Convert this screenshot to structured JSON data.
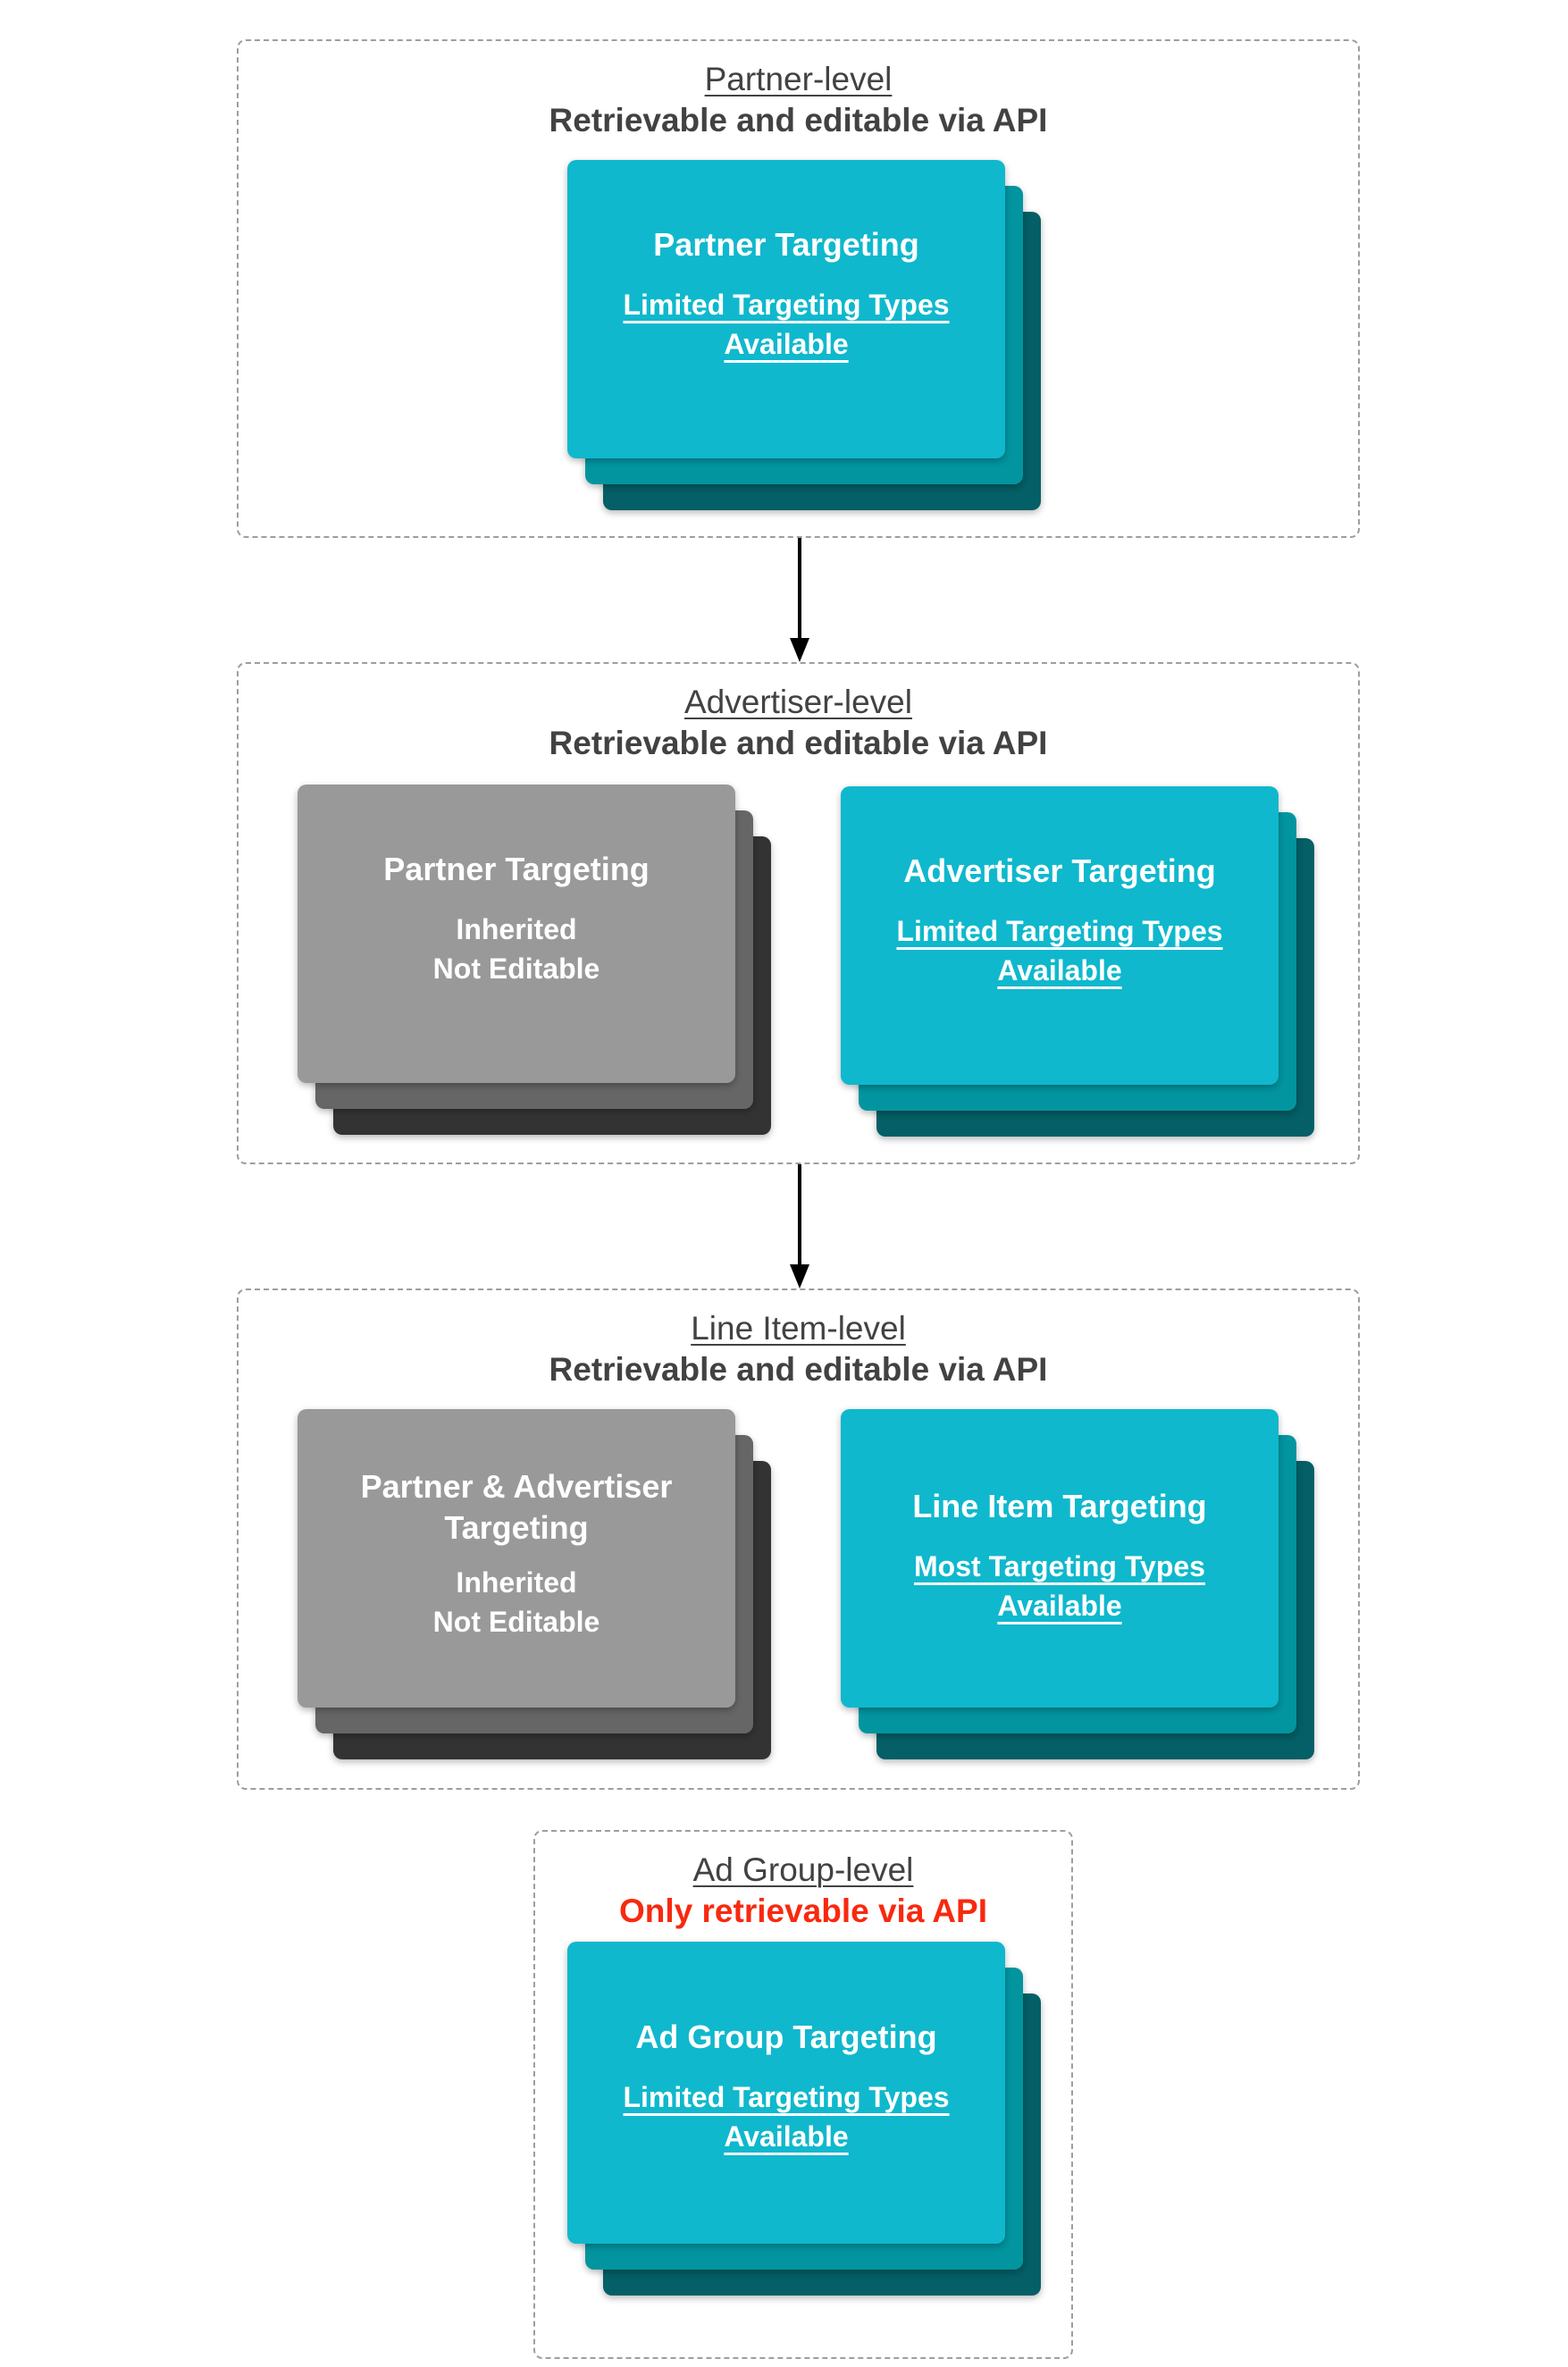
{
  "colors": {
    "heading": "#424242",
    "red": "#f8290e",
    "teal": "#0fb8cd",
    "teal-mid": "#0295a0",
    "teal-dark": "#045f66",
    "gray": "#999999",
    "gray-mid": "#666666",
    "gray-dark": "#333333",
    "border": "#9e9e9e",
    "arrow": "#000000"
  },
  "sections": [
    {
      "title": "Partner-level",
      "subtitle": "Retrievable and editable via API",
      "cards": [
        {
          "variant": "teal",
          "title": "Partner Targeting",
          "link": "Limited Targeting Types Available"
        }
      ]
    },
    {
      "title": "Advertiser-level",
      "subtitle": "Retrievable and editable via API",
      "cards": [
        {
          "variant": "gray",
          "title": "Partner Targeting",
          "status": "Inherited\nNot Editable"
        },
        {
          "variant": "teal",
          "title": "Advertiser Targeting",
          "link": "Limited Targeting Types Available"
        }
      ]
    },
    {
      "title": "Line Item-level",
      "subtitle": "Retrievable and editable via API",
      "cards": [
        {
          "variant": "gray",
          "title": "Partner & Advertiser Targeting",
          "status": "Inherited\nNot Editable"
        },
        {
          "variant": "teal",
          "title": "Line Item Targeting",
          "link": "Most Targeting Types Available"
        }
      ]
    },
    {
      "title": "Ad Group-level",
      "subtitle": "Only retrievable via API",
      "cards": [
        {
          "variant": "teal",
          "title": "Ad Group Targeting",
          "link": "Limited Targeting Types Available"
        }
      ]
    }
  ]
}
